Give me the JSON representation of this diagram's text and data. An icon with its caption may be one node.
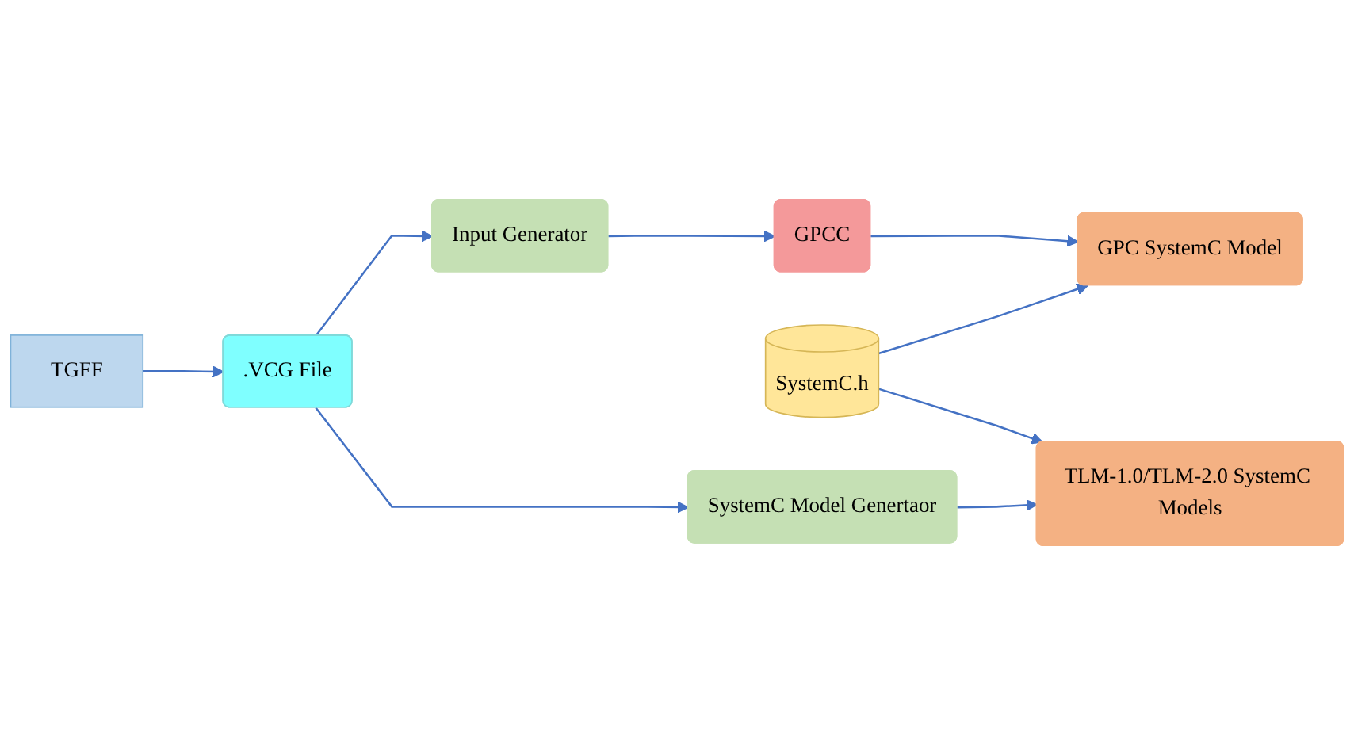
{
  "diagram": {
    "nodes": [
      {
        "text": [
          "TGFF"
        ]
      },
      {
        "text": [
          ".VCG File"
        ]
      },
      {
        "text": [
          "Input Generator"
        ]
      },
      {
        "text": [
          "GPCC"
        ]
      },
      {
        "text": [
          "GPC SystemC Model"
        ]
      },
      {
        "text": [
          "SystemC.h"
        ]
      },
      {
        "text": [
          "SystemC Model Genertaor"
        ]
      },
      {
        "text": [
          "TLM-1.0/TLM-2.0 SystemC Models"
        ]
      }
    ],
    "edges": [
      {
        "from": 0,
        "to": 1,
        "arrow": "to"
      },
      {
        "from": 1,
        "to": 2,
        "arrow": "to"
      },
      {
        "from": 2,
        "to": 3,
        "arrow": "to"
      },
      {
        "from": 3,
        "to": 4,
        "arrow": "to"
      },
      {
        "from": 5,
        "to": 4,
        "arrow": "to"
      },
      {
        "from": 1,
        "to": 6,
        "arrow": "to"
      },
      {
        "from": 6,
        "to": 7,
        "arrow": "to"
      },
      {
        "from": 5,
        "to": 7,
        "arrow": "to"
      }
    ]
  }
}
